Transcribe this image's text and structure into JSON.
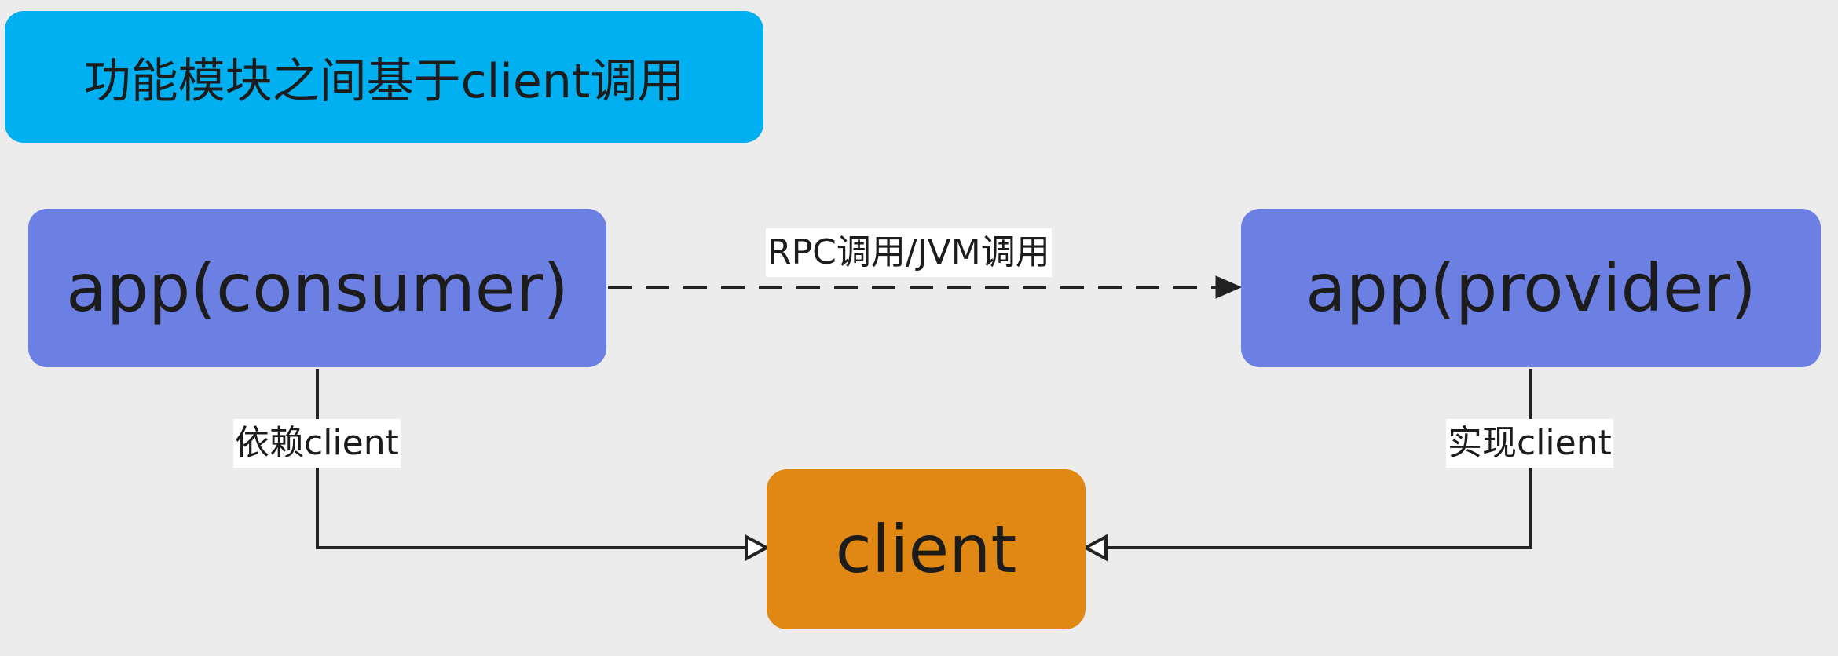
{
  "colors": {
    "background": "#ececec",
    "title_fill": "#00b0f0",
    "app_fill": "#6c7fe2",
    "client_fill": "#e08714",
    "edge_stroke": "#222222",
    "label_fill": "#ffffff"
  },
  "nodes": {
    "title": "功能模块之间基于client调用",
    "consumer": "app(consumer)",
    "provider": "app(provider)",
    "client": "client"
  },
  "edges": {
    "consumer_to_provider": {
      "label": "RPC调用/JVM调用",
      "style": "dashed",
      "arrow": "filled-triangle"
    },
    "consumer_to_client": {
      "label": "依赖client",
      "style": "solid",
      "arrow": "hollow-triangle"
    },
    "provider_to_client": {
      "label": "实现client",
      "style": "solid",
      "arrow": "hollow-triangle"
    }
  }
}
